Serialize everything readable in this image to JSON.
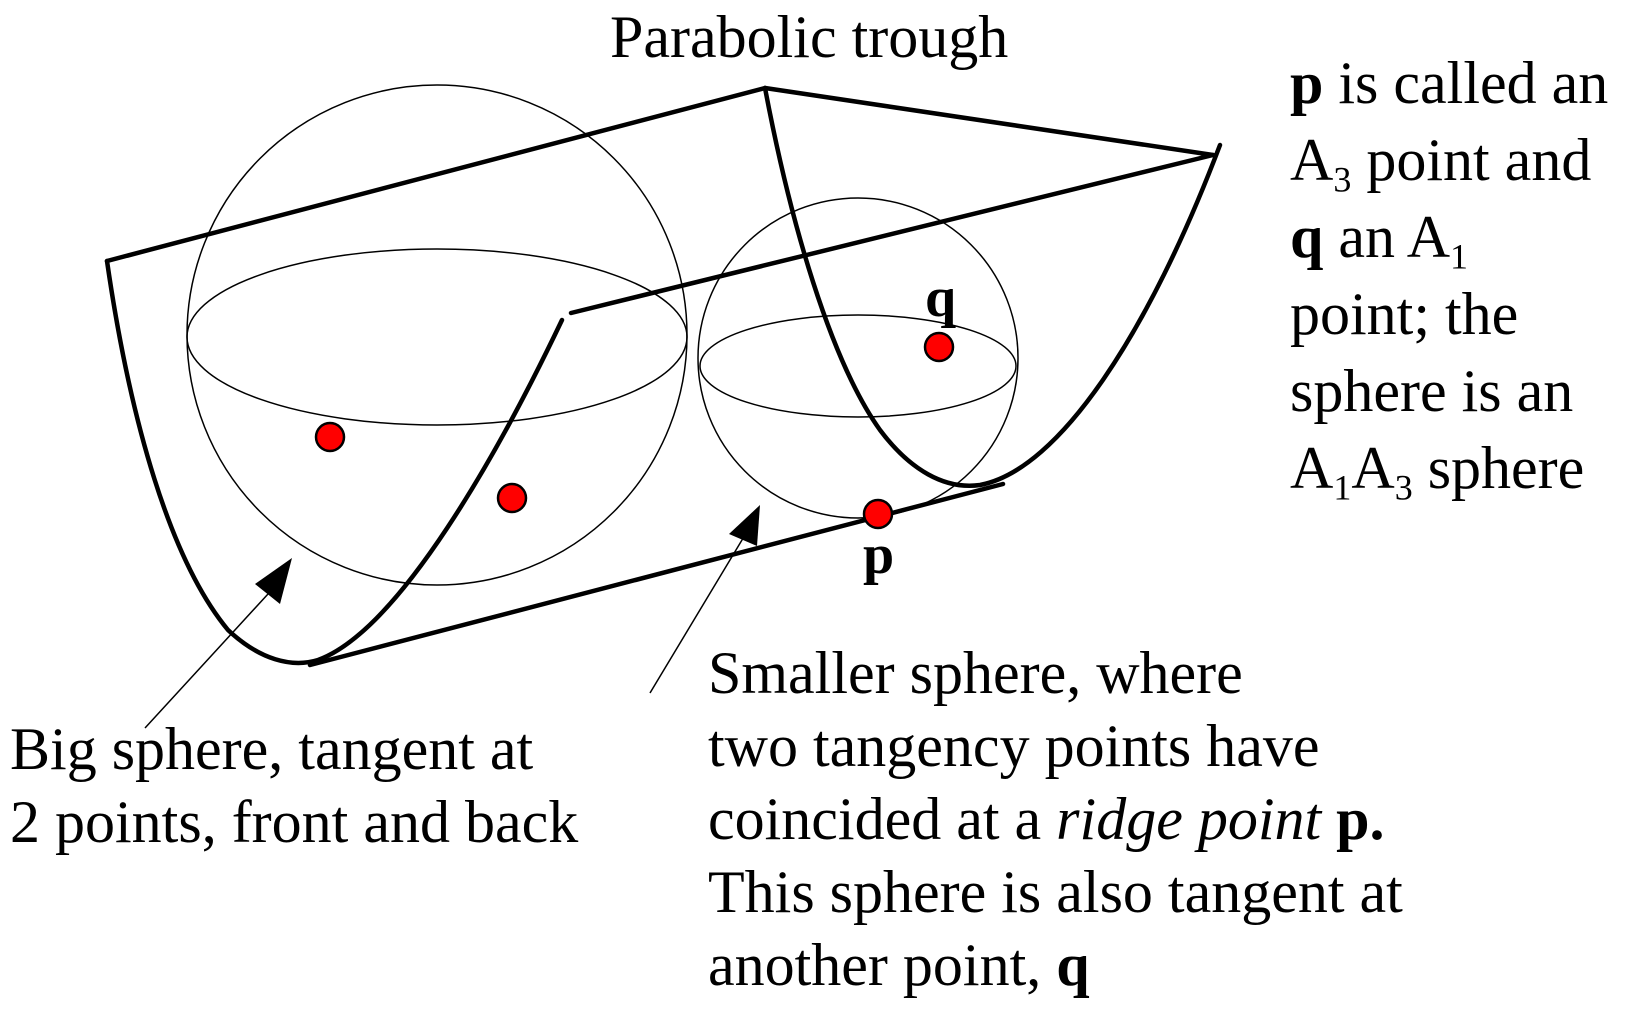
{
  "title": "Parabolic trough",
  "labels": {
    "q": "q",
    "p": "p"
  },
  "caption_big": {
    "line1": "Big sphere, tangent at",
    "line2": "2 points, front and back"
  },
  "caption_small": {
    "line1": "Smaller sphere, where",
    "line2": "two tangency points have",
    "line3_before": "coincided at a ",
    "line3_italic": "ridge point",
    "line3_space": " ",
    "line3_bold": "p.",
    "line4": "This sphere is also tangent at",
    "line5_before": "another point, ",
    "line5_bold": "q"
  },
  "caption_note": {
    "l1_bold": "p",
    "l1_rest": " is called an",
    "l2_a": "A",
    "l2_sub": "3",
    "l2_rest": " point and",
    "l3_bold": "q",
    "l3_mid": " an A",
    "l3_sub": "1",
    "l4": "point; the",
    "l5": "sphere is an",
    "l6_a": "A",
    "l6_sub1": "1",
    "l6_b": "A",
    "l6_sub2": "3",
    "l6_rest": " sphere"
  },
  "colors": {
    "ink": "#000000",
    "tangency_point": "#ff0000"
  }
}
